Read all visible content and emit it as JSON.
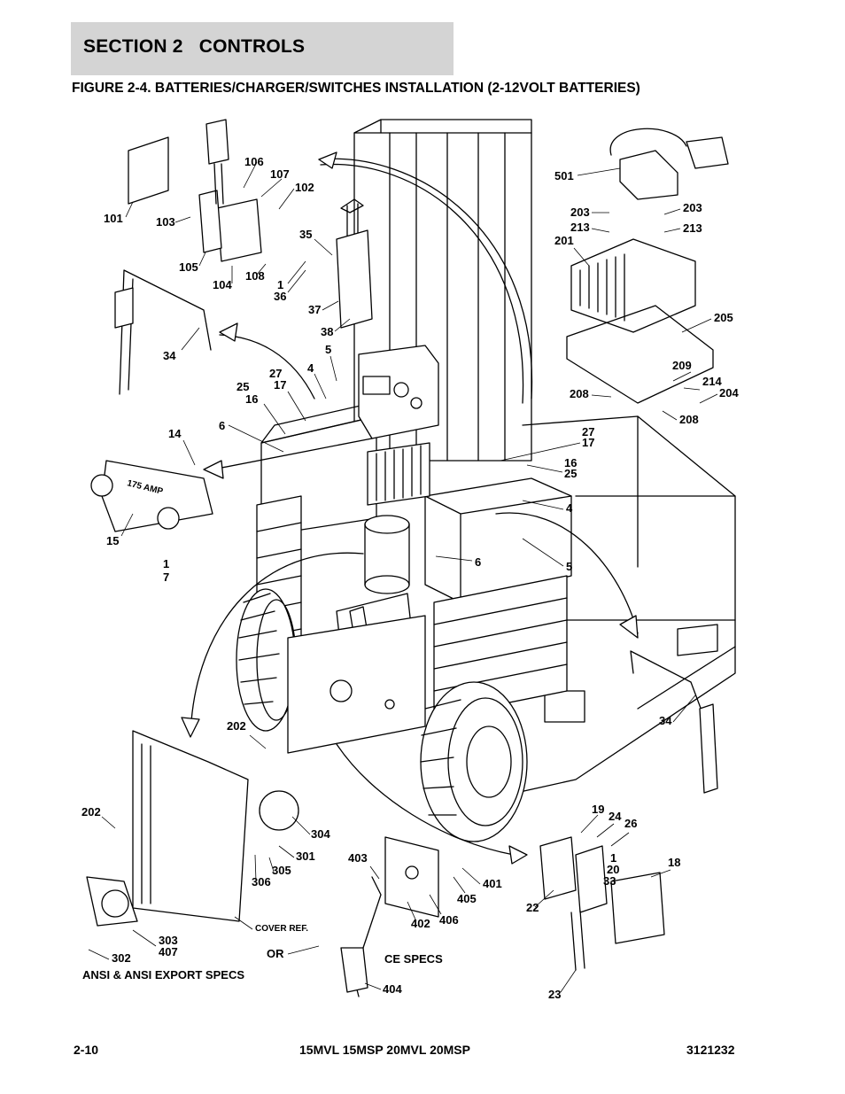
{
  "header": {
    "section_label": "SECTION 2   CONTROLS",
    "figure_title": "FIGURE 2-4. BATTERIES/CHARGER/SWITCHES INSTALLATION (2-12VOLT BATTERIES)"
  },
  "callouts": [
    "106",
    "107",
    "102",
    "101",
    "103",
    "105",
    "104",
    "108",
    "35",
    "1",
    "36",
    "37",
    "38",
    "5",
    "4",
    "27",
    "17",
    "25",
    "16",
    "34",
    "14",
    "6",
    "15",
    "1",
    "7",
    "501",
    "203",
    "213",
    "203",
    "213",
    "201",
    "205",
    "209",
    "214",
    "204",
    "208",
    "208",
    "27",
    "17",
    "16",
    "25",
    "4",
    "6",
    "5",
    "34",
    "202",
    "202",
    "304",
    "301",
    "305",
    "306",
    "303",
    "407",
    "302",
    "403",
    "401",
    "405",
    "402",
    "406",
    "404",
    "19",
    "24",
    "26",
    "1",
    "20",
    "33",
    "18",
    "22",
    "23"
  ],
  "notes": {
    "cover_ref": "COVER REF.",
    "or_label": "OR",
    "ansi_specs": "ANSI & ANSI EXPORT SPECS",
    "ce_specs": "CE SPECS",
    "amp_label": "175 AMP"
  },
  "footer": {
    "page_number": "2-10",
    "models": "15MVL 15MSP 20MVL 20MSP",
    "doc_number": "3121232"
  }
}
